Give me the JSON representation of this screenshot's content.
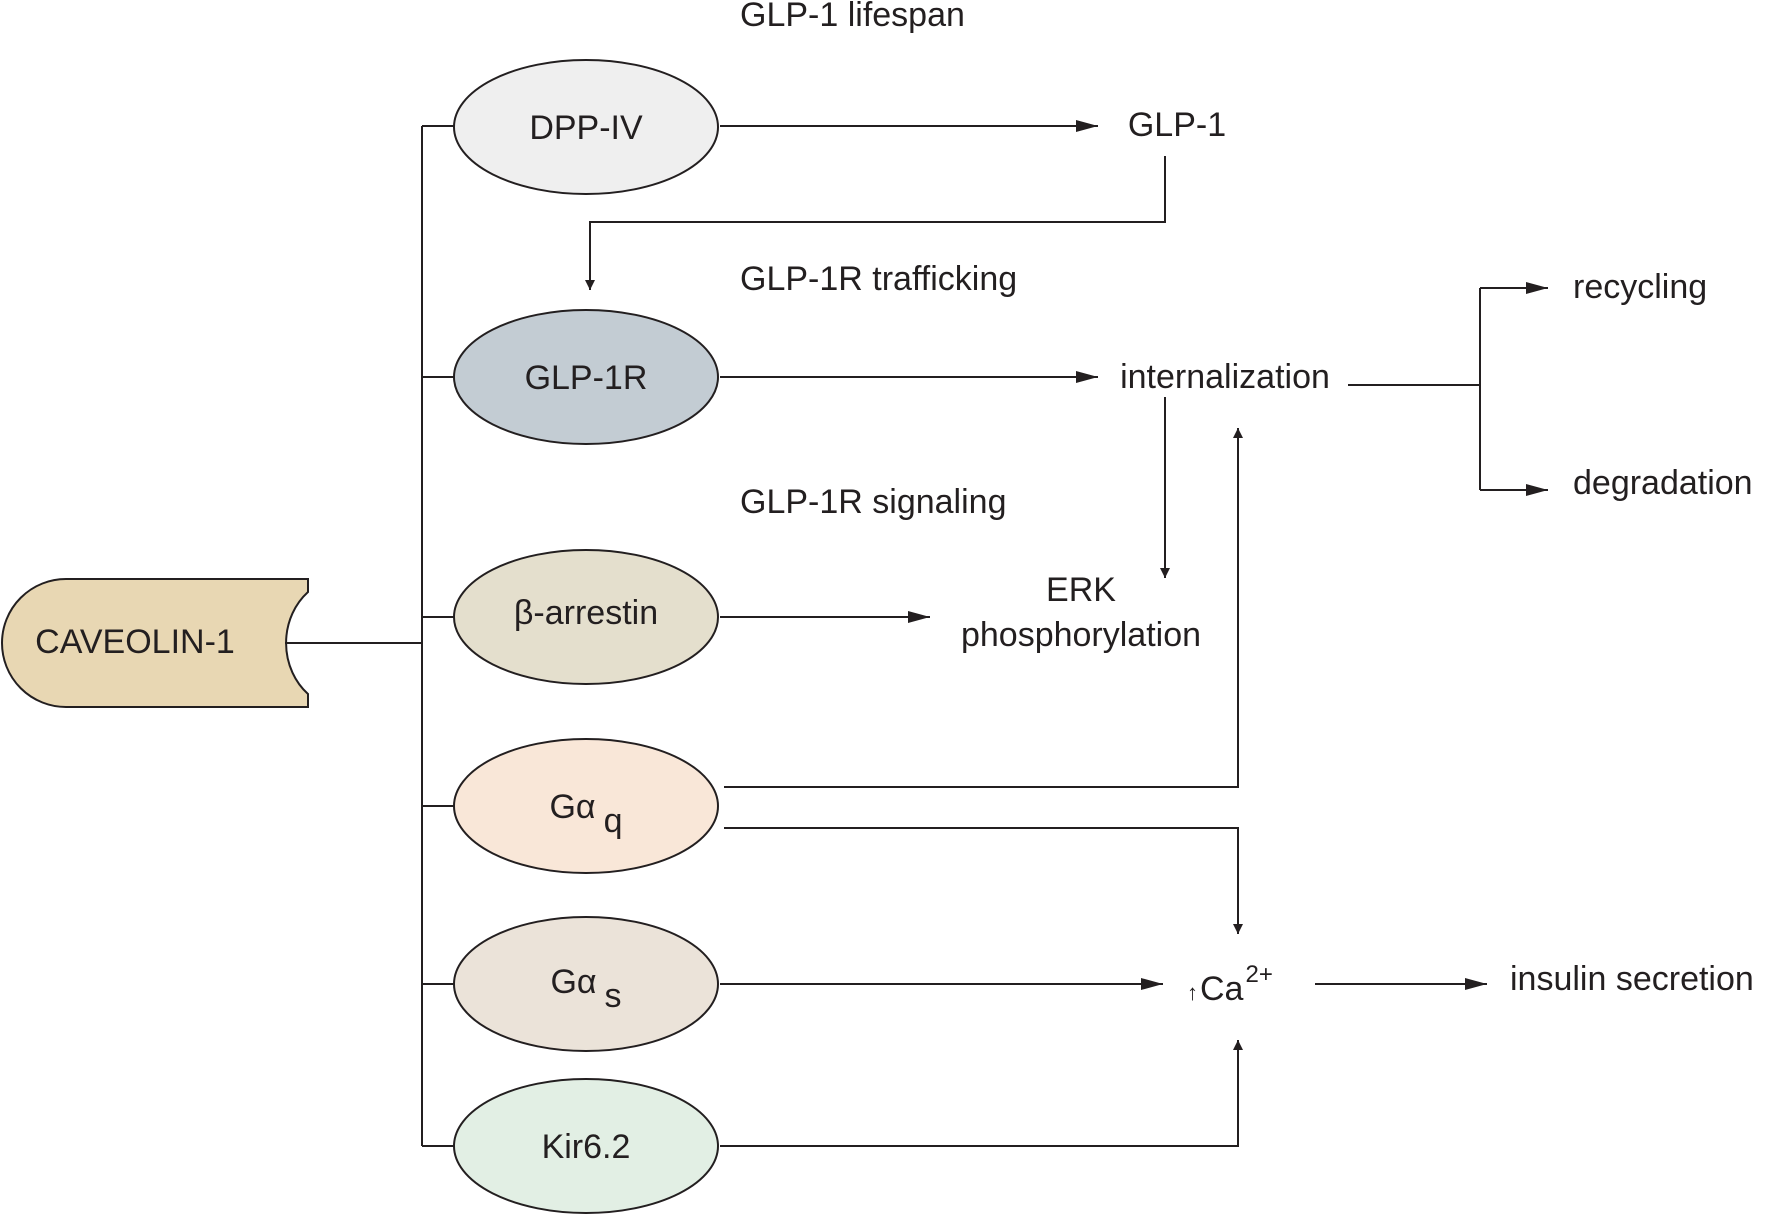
{
  "sections": {
    "lifespan": "GLP-1 lifespan",
    "trafficking": "GLP-1R trafficking",
    "signaling": "GLP-1R signaling"
  },
  "source": {
    "label": "CAVEOLIN-1",
    "color": "#e8d7b3"
  },
  "nodes": {
    "dppiv": {
      "label": "DPP-IV",
      "color": "#efefef"
    },
    "glp1r": {
      "label": "GLP-1R",
      "color": "#c3ccd3"
    },
    "barr": {
      "label": "β-arrestin",
      "color": "#e4dfcd"
    },
    "gaq": {
      "label": "Gα",
      "sub": "q",
      "color": "#f9e7d8"
    },
    "gas": {
      "label": "Gα",
      "sub": "s",
      "color": "#ebe3d9"
    },
    "kir": {
      "label": "Kir6.2",
      "color": "#e2efe4"
    }
  },
  "outputs": {
    "glp1": "GLP-1",
    "internalization": "internalization",
    "recycling": "recycling",
    "degradation": "degradation",
    "erk_line1": "ERK",
    "erk_line2": "phosphorylation",
    "ca_arrow": "↑",
    "ca_base": "Ca",
    "ca_sup": "2+",
    "insulin": "insulin secretion"
  }
}
